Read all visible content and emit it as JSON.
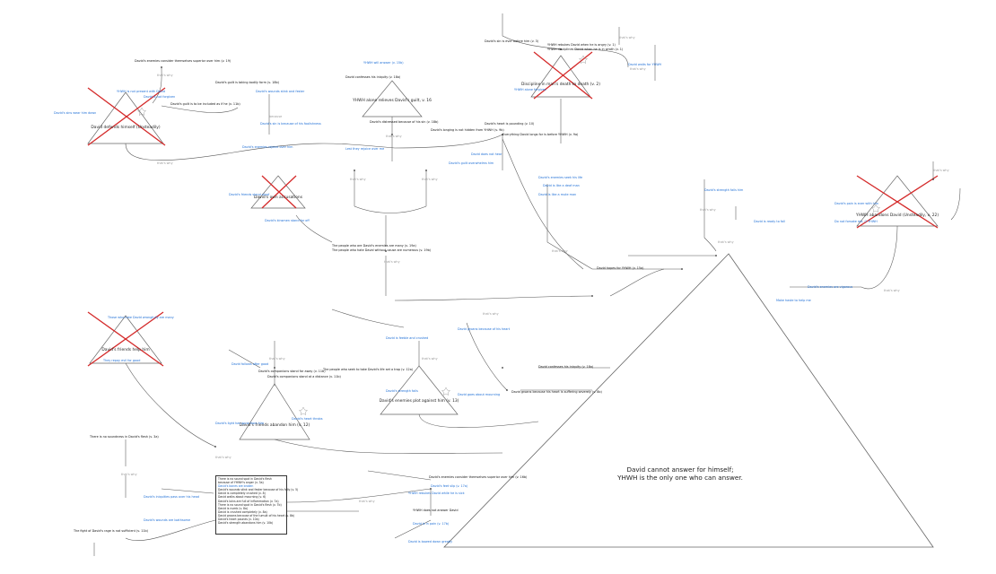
{
  "main_note": {
    "line1": "David cannot answer for himself;",
    "line2": "YHWH is the only one who can answer."
  },
  "triangles": {
    "t1": "David defends himself (Unsteadily)",
    "t2": "YHWH alone relieves David's guilt, v. 16",
    "t3": "David's own accusations",
    "t4": "Discipline in man's death to death (v. 2)",
    "t5": "YHWH abandons David (Unsteadily, v. 22)",
    "t6": "David's friends help him",
    "t7": "David's friends abandon him (v. 12)",
    "t8": "David's enemies plot against him (v. 13)"
  },
  "top_nodes": {
    "n1": "David's enemies consider themselves superior over him (v. 19)",
    "n2": "David's guilt is taking bodily form (v. 18b)",
    "n3": "David's guilt is to be included as if he (v. 11b)",
    "n4": "David confesses his iniquity (v. 18a)",
    "n5": "David's sin is ever before him (v. 3)",
    "n6": "YHWH rebukes David when he is angry (v. 1)",
    "n7": "YHWH disciplines David when he is in wrath (v. 1)",
    "n8": "David's distressed because of his sin (v. 18b)",
    "n9": "David's heart is pounding (v. 10)",
    "n10": "Everything David longs for is before YHWH (v. 9a)",
    "n11": "David's longing is not hidden from YHWH (v. 9b)",
    "n12": "David hopes for YHWH (v. 15a)"
  },
  "side_labels": {
    "s1": "YHWH is not present with David",
    "s2": "David is not forgiven",
    "s3": "David's sins wear him down",
    "s4": "David's wounds stink and fester",
    "s5": "David's sin is because of his foolishness",
    "s6": "YHWH will answer (v. 15b)",
    "s7": "David's enemies rejoice over him",
    "s8": "Lest they rejoice over me",
    "s9": "YHWH alone forgives",
    "s10": "David waits for YHWH",
    "s11": "David's friends stand aloof",
    "s12": "David's kinsmen stand far off",
    "s13": "David's enemies seek his life",
    "s14": "David is like a deaf man",
    "s15": "David is like a mute man",
    "s16": "David does not hear",
    "s17": "David's guilt overwhelms him",
    "s18": "David's strength fails him",
    "s19": "David is ready to fall",
    "s20": "David's pain is ever with him",
    "s21": "Do not forsake me, O YHWH",
    "s22": "Make haste to help me",
    "s23": "David's enemies are vigorous",
    "s24": "Those who hate David wrongfully are many",
    "s25": "They repay evil for good",
    "s26": "David follows after good",
    "s27": "David's light has gone from him",
    "s28": "David's heart throbs",
    "s29": "David's strength fails",
    "s30": "David goes about mourning",
    "s31": "David is feeble and crushed",
    "s32": "David groans because of his heart",
    "s33": "The people who are David's enemies are many (v. 19a)",
    "s34": "The people who hate David without cause are numerous (v. 19b)",
    "s35": "The people who seek to take David's life set a trap (v. 12a)",
    "s36": "David's companions stand far away (v. 11b)",
    "s37": "David's companions stand at a distance (v. 11b)",
    "s38": "There is no soundness in David's flesh (v. 3a)",
    "s39": "David groans because his heart is suffering severely (v. 8b)",
    "s40": "David confesses his iniquity (v. 18a)",
    "s41": "David's enemies consider themselves superior over him (v. 16b)",
    "s42": "David's feet slip (v. 17a)",
    "s43": "YHWH rebukes David while he is sick",
    "s44": "YHWH does not answer David",
    "s45": "The fight of David's rage is not sufficient (v. 11b)",
    "s46": "David is in pain (v. 17b)",
    "s47": "David's iniquities pass over his head",
    "s48": "David's wounds are loathsome",
    "s49": "David is bowed down greatly"
  },
  "box": {
    "lines": [
      "There is no sound spot in David's flesh",
      "because of YHWH's anger (v. 3a)",
      "David's bones are broken",
      "David's wounds stink and fester because of his folly (v. 5)",
      "David is completely crushed (v. 8)",
      "David walks about mourning (v. 6)",
      "David's loins are full of inflammation (v. 7a)",
      "There is no sound spot in David's flesh (v. 7b)",
      "David is numb (v. 8a)",
      "David is crushed completely (v. 8a)",
      "David groans because of the tumult of his heart (v. 8b)",
      "David's heart pounds (v. 10a)",
      "David's strength abandons him (v. 10b)"
    ]
  },
  "edge_labels": {
    "e1": "that's why",
    "e2": "because",
    "e3": "therefore",
    "e4": "but",
    "e5": "so that"
  },
  "colors": {
    "line": "#555555",
    "triangle": "#666666",
    "cross": "#d42a2a",
    "link": "#1f6fd6",
    "text": "#222222",
    "muted": "#9a9a9a"
  }
}
